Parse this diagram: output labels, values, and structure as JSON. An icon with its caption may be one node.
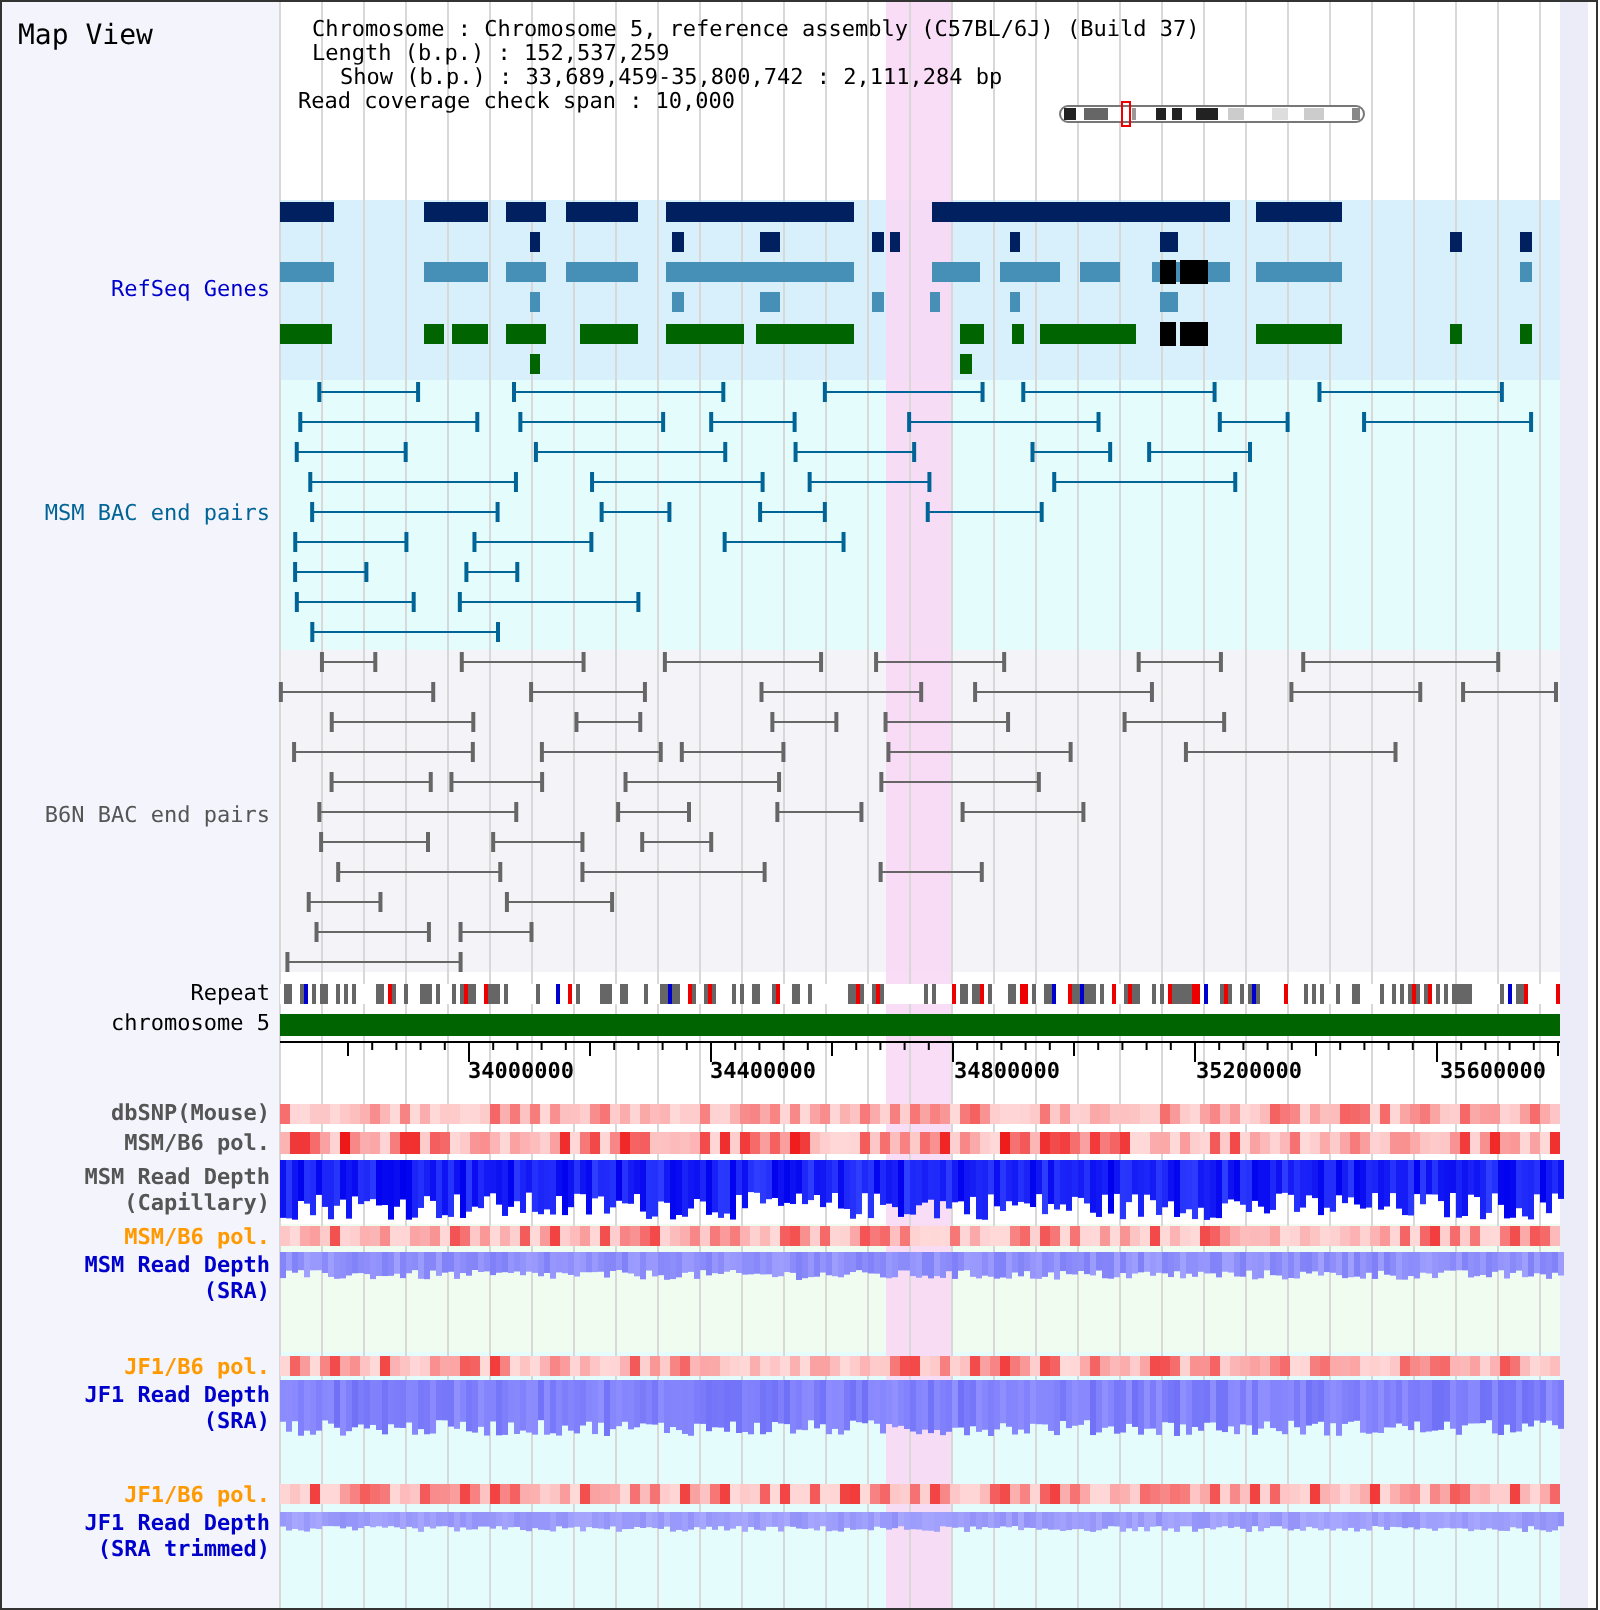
{
  "diagram": {
    "title": "Map View",
    "labels": [
      "Chromosome : Chromosome 5, reference assembly (C57BL/6J) (Build 37)",
      "Length (b.p.) : 152,537,259",
      "Show (b.p.) : 33,689,459-35,800,742 : 2,111,284 bp",
      "Read coverage check span : 10,000",
      "RefSeq Genes",
      "MSM BAC end pairs",
      "B6N BAC end pairs",
      "Repeat",
      "chromosome 5",
      "34000000",
      "34400000",
      "34800000",
      "35200000",
      "35600000",
      "dbSNP(Mouse)",
      "MSM/B6 pol.",
      "MSM Read Depth (Capillary)",
      "MSM/B6 pol.",
      "MSM Read Depth (SRA)",
      "JF1/B6 pol.",
      "JF1 Read Depth (SRA)",
      "JF1/B6 pol.",
      "JF1 Read Depth (SRA trimmed)"
    ]
  }
}
